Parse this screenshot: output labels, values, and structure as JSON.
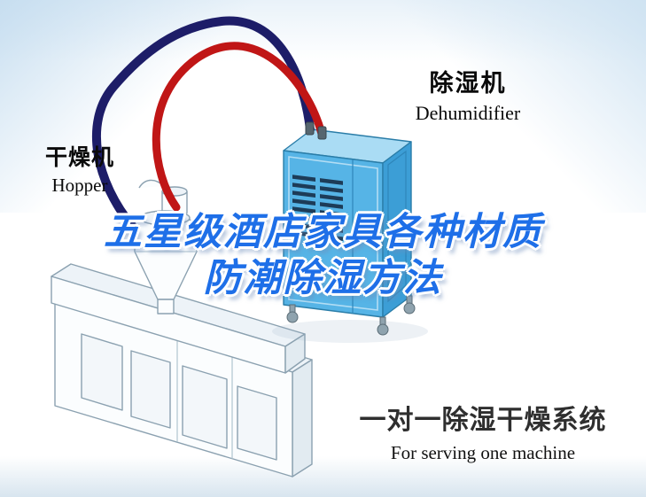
{
  "poster": {
    "headline": {
      "line1": "五星级酒店家具各种材质",
      "line2": "防潮除湿方法",
      "color": "#1e6fe8"
    },
    "labels": {
      "hopper": {
        "zh": "干燥机",
        "en": "Hopper"
      },
      "dehumidifier": {
        "zh": "除湿机",
        "en": "Dehumidifier"
      }
    },
    "footer": {
      "title": "一对一除湿干燥系统",
      "subtitle": "For serving one machine"
    }
  },
  "colors": {
    "pipe_red": "#c01616",
    "pipe_navy": "#1d1d68",
    "dehumidifier_top": "#aadcf4",
    "dehumidifier_front": "#56b4e6",
    "dehumidifier_side": "#3c9ed6",
    "vent_slot": "#1d3c58",
    "machine_line": "#8ba1b0",
    "headline_blue": "#1e6fe8"
  },
  "icons": {
    "dehumidifier_illustration": "dehumidifier-unit",
    "hopper_illustration": "hopper-dryer",
    "extruder_illustration": "extruder-machine",
    "pipe_red": "red-hose",
    "pipe_navy": "navy-hose"
  }
}
